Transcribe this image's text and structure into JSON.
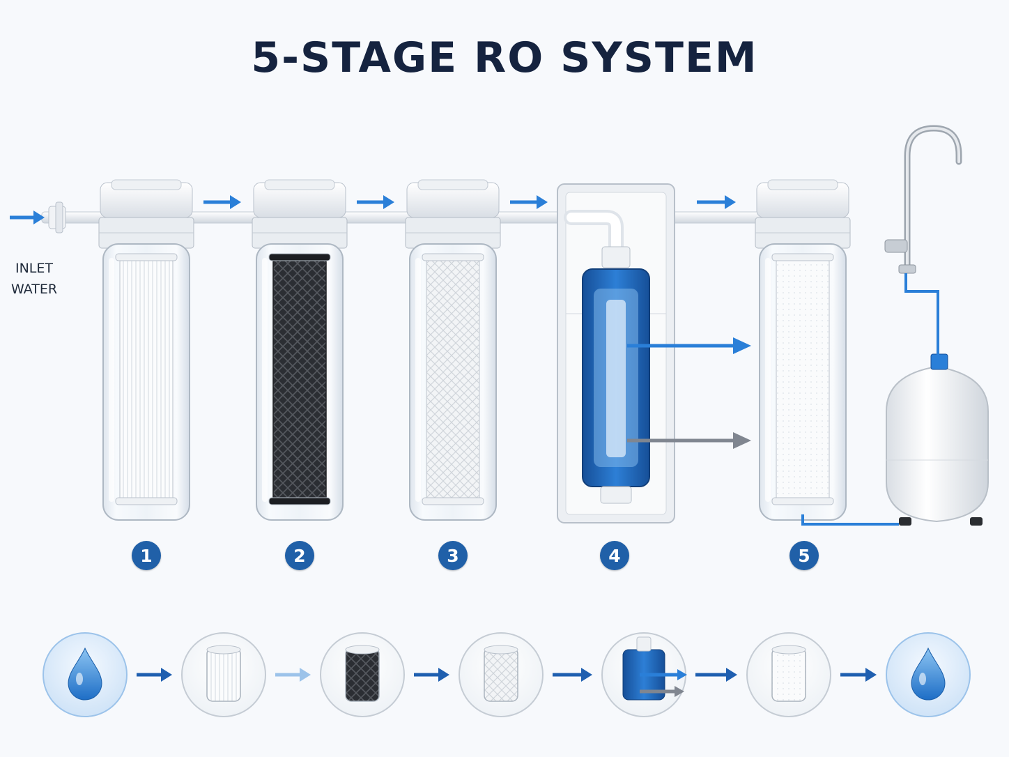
{
  "title": "5-STAGE RO SYSTEM",
  "inlet": {
    "line1": "INLET",
    "line2": "WATER"
  },
  "stages": [
    {
      "number": "1",
      "media": "pleated-sediment-filter"
    },
    {
      "number": "2",
      "media": "carbon-block-filter"
    },
    {
      "number": "3",
      "media": "carbon-block-filter"
    },
    {
      "number": "4",
      "media": "ro-membrane"
    },
    {
      "number": "5",
      "media": "post-carbon-filter"
    }
  ],
  "flow_icons": [
    "water-drop-icon",
    "sediment-filter-icon",
    "carbon-filter-icon",
    "carbon-block-icon",
    "ro-membrane-icon",
    "post-filter-icon",
    "pure-water-drop-icon"
  ],
  "colors": {
    "title": "#15233f",
    "accent": "#2a7fd8",
    "badge": "#2060a8",
    "membrane": "#1f5fb0",
    "waste_arrow": "#808690"
  }
}
